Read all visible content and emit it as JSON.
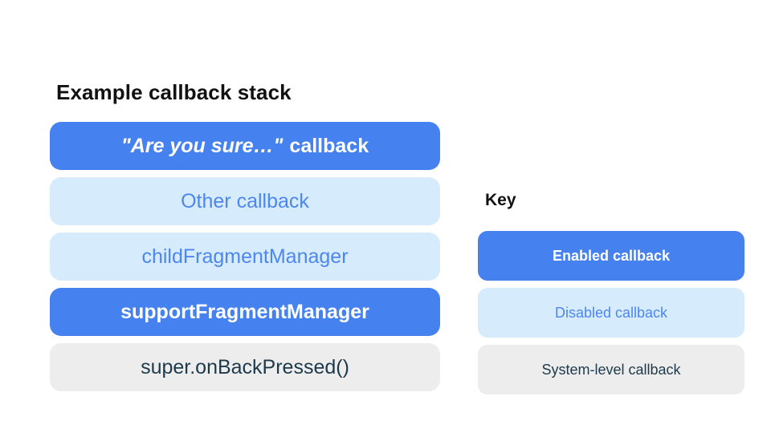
{
  "colors": {
    "heading": "#111111",
    "enabled_bg": "#4681f0",
    "enabled_text": "#ffffff",
    "disabled_bg": "#d6ecfc",
    "disabled_text": "#4d86ee",
    "system_bg": "#ededed",
    "system_text": "#1d3a4c"
  },
  "stack": {
    "heading": "Example callback stack",
    "items": [
      {
        "label_italic": "\"Are you sure…\"",
        "label_rest": "callback",
        "type": "enabled"
      },
      {
        "label": "Other callback",
        "type": "disabled"
      },
      {
        "label": "childFragmentManager",
        "type": "disabled"
      },
      {
        "label": "supportFragmentManager",
        "type": "enabled"
      },
      {
        "label": "super.onBackPressed()",
        "type": "system"
      }
    ]
  },
  "key": {
    "heading": "Key",
    "items": [
      {
        "label": "Enabled callback",
        "type": "enabled"
      },
      {
        "label": "Disabled callback",
        "type": "disabled"
      },
      {
        "label": "System-level callback",
        "type": "system"
      }
    ]
  }
}
